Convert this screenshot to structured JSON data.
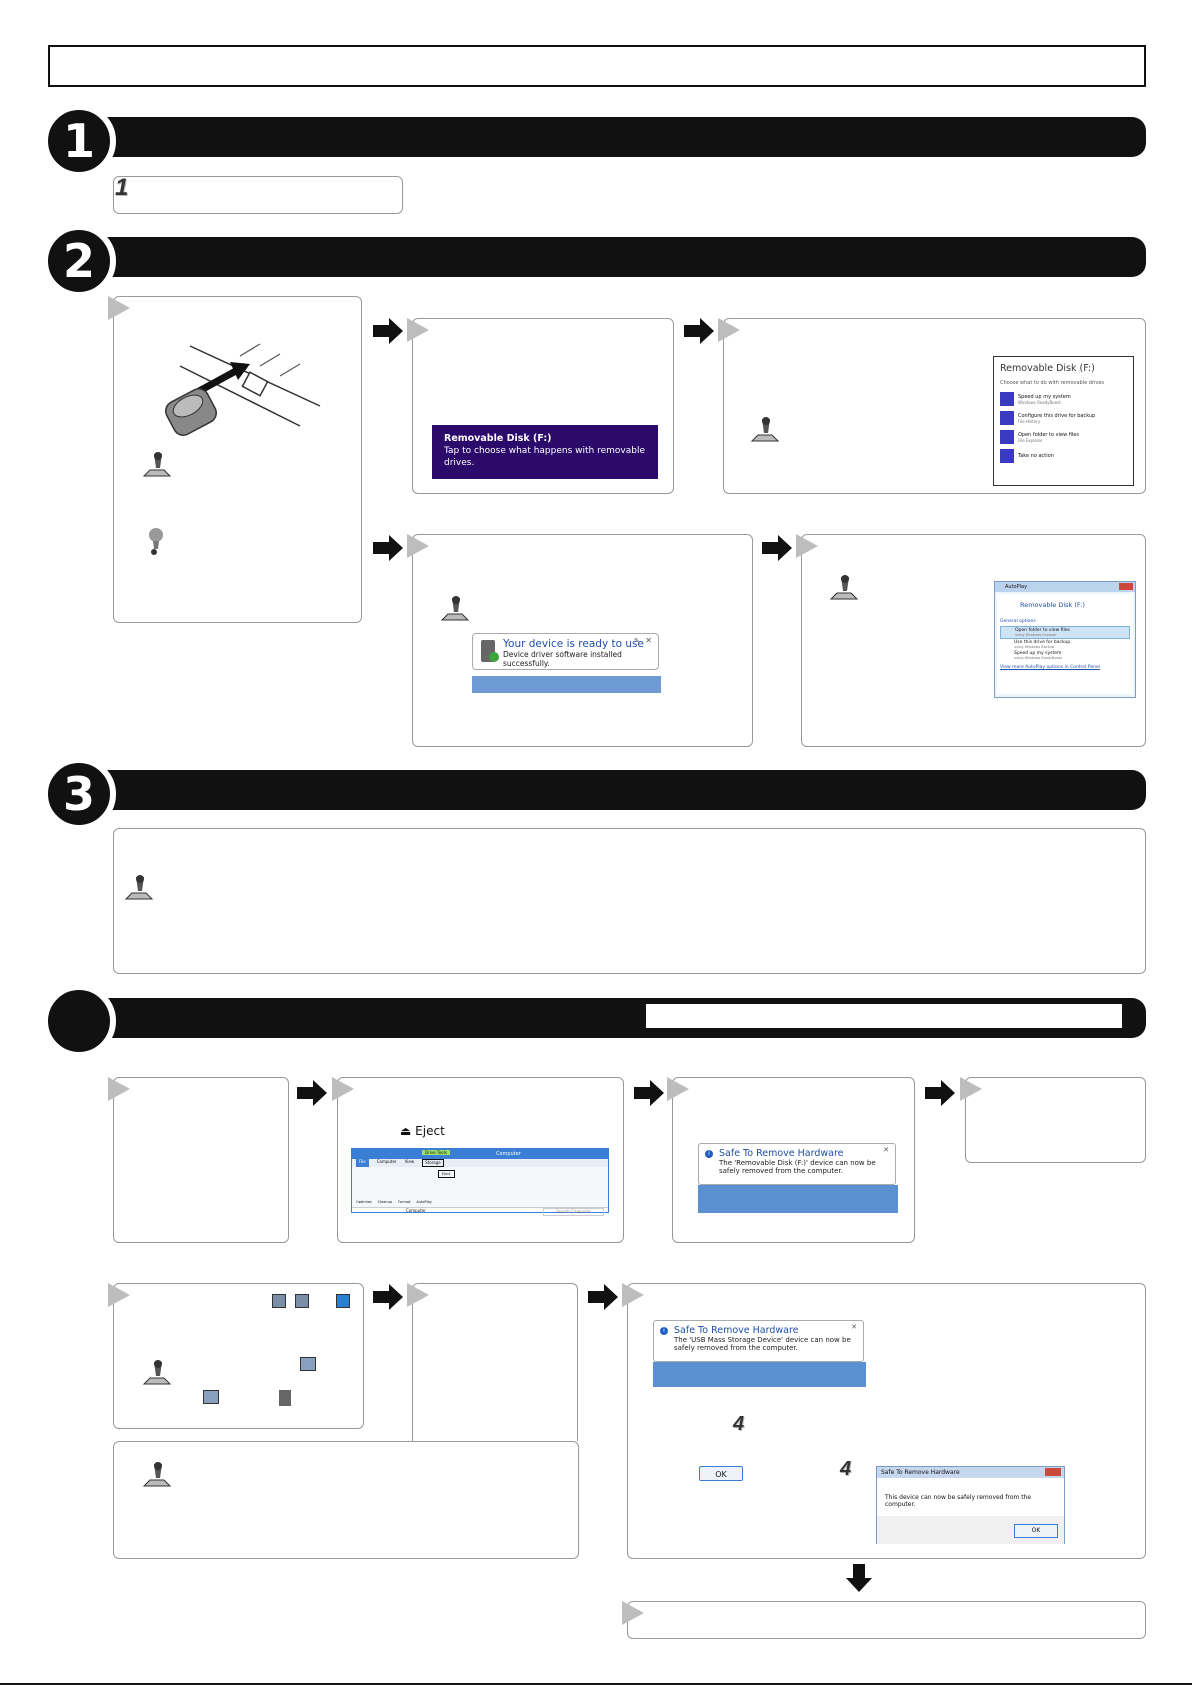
{
  "sections": {
    "s1": {
      "number": "1"
    },
    "s2": {
      "number": "2"
    },
    "s3": {
      "number": "3"
    }
  },
  "step1": {
    "number": "1"
  },
  "notifications": {
    "tile": {
      "title": "Removable Disk (F:)",
      "body": "Tap to choose what happens with removable drives."
    },
    "autoplay8": {
      "title": "Removable Disk (F:)",
      "prompt": "Choose what to do with removable drives",
      "options": [
        {
          "label": "Speed up my system",
          "sub": "Windows ReadyBoost"
        },
        {
          "label": "Configure this drive for backup",
          "sub": "File History"
        },
        {
          "label": "Open folder to view files",
          "sub": "File Explorer"
        },
        {
          "label": "Take no action",
          "sub": ""
        }
      ]
    },
    "ready": {
      "title": "Your device is ready to use",
      "body": "Device driver software installed successfully."
    },
    "autoplay7": {
      "window_title": "AutoPlay",
      "device": "Removable Disk (F:)",
      "group": "General options",
      "options": [
        {
          "label": "Open folder to view files",
          "sub": "using Windows Explorer"
        },
        {
          "label": "Use this drive for backup",
          "sub": "using Windows Backup"
        },
        {
          "label": "Speed up my system",
          "sub": "using Windows ReadyBoost"
        }
      ],
      "link": "View more AutoPlay options in Control Panel"
    },
    "eject": {
      "label": "Eject"
    },
    "explorer": {
      "title": "Computer",
      "drive_tools": "Drive Tools",
      "tabs": [
        "File",
        "Computer",
        "View",
        "Storage"
      ],
      "ribbon_items": [
        "Optimize",
        "Cleanup",
        "Format",
        "AutoPlay",
        "Eject"
      ],
      "address": "Computer",
      "search": "Search Computer"
    },
    "safe1": {
      "title": "Safe To Remove Hardware",
      "body": "The 'Removable Disk (F:)' device can now be safely removed from the computer."
    },
    "safe2": {
      "title": "Safe To Remove Hardware",
      "body": "The 'USB Mass Storage Device' device can now be safely removed from the computer."
    },
    "ok_button": "OK",
    "step4a": "4",
    "step4b": "4",
    "dialog": {
      "title": "Safe To Remove Hardware",
      "body": "This device can now be safely removed from the computer.",
      "ok": "OK"
    }
  }
}
